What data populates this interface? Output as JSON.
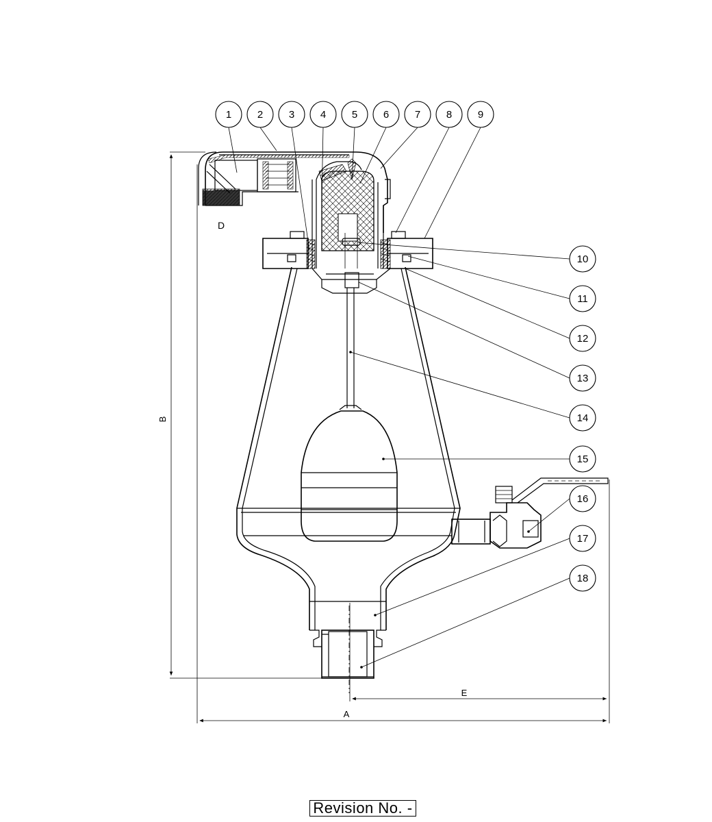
{
  "callouts_top": [
    "1",
    "2",
    "3",
    "4",
    "5",
    "6",
    "7",
    "8",
    "9"
  ],
  "callouts_right": [
    "10",
    "11",
    "12",
    "13",
    "14",
    "15",
    "16",
    "17",
    "18"
  ],
  "dimensions": {
    "height": "B",
    "overall_width": "A",
    "offset_width": "E",
    "outlet_label": "D"
  },
  "revision_label": "Revision No. -"
}
